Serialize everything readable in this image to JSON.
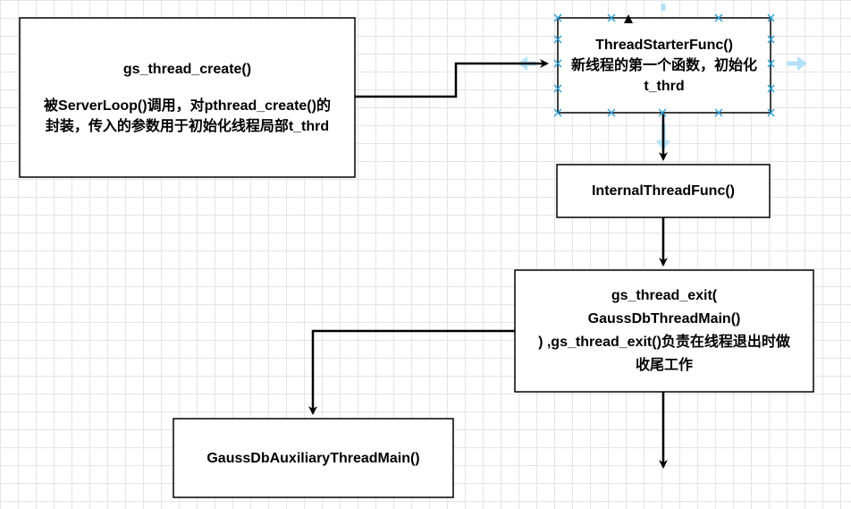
{
  "diagram": {
    "nodes": {
      "create": {
        "title": "gs_thread_create()",
        "desc_line1": "被ServerLoop()调用，对pthread_create()的",
        "desc_line2": "封装，传入的参数用于初始化线程局部t_thrd"
      },
      "starter": {
        "line1": "ThreadStarterFunc()",
        "line2": "新线程的第一个函数，初始化",
        "line3": "t_thrd"
      },
      "internal": {
        "line1": "InternalThreadFunc()"
      },
      "exit": {
        "line1": "gs_thread_exit(",
        "line2": "GaussDbThreadMain()",
        "line3": ") ,gs_thread_exit()负责在线程退出时做",
        "line4": "收尾工作"
      },
      "aux": {
        "line1": "GaussDbAuxiliaryThreadMain()"
      }
    },
    "colors": {
      "stroke": "#000000",
      "selection_handle": "#2a9fd6",
      "guide": "#a6dcf7"
    }
  }
}
